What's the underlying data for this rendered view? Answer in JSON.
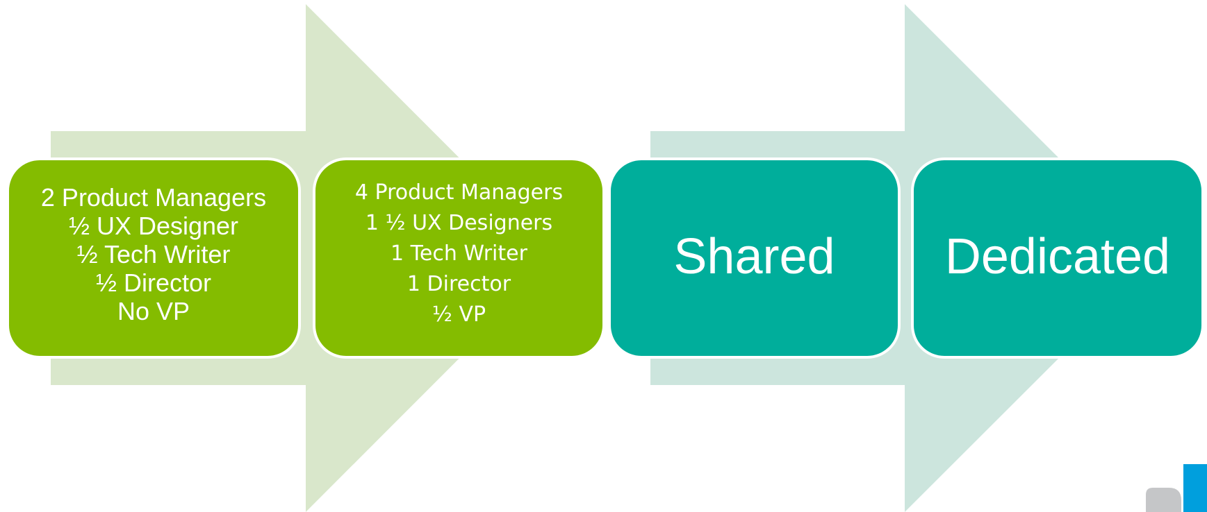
{
  "colors": {
    "arrow_left": "#d9e7cb",
    "arrow_right": "#cce5dd",
    "box_green": "#84bc00",
    "box_teal": "#00ae9b",
    "logo_blue": "#009fdd",
    "logo_gray": "#c5c6c8"
  },
  "boxes": [
    {
      "lines": [
        "2 Product Managers",
        "½ UX Designer",
        "½ Tech Writer",
        "½ Director",
        "No VP"
      ]
    },
    {
      "lines": [
        "4 Product Managers",
        "1 ½ UX Designers",
        "1 Tech Writer",
        "1 Director",
        "½ VP"
      ]
    },
    {
      "label": "Shared"
    },
    {
      "label": "Dedicated"
    }
  ]
}
